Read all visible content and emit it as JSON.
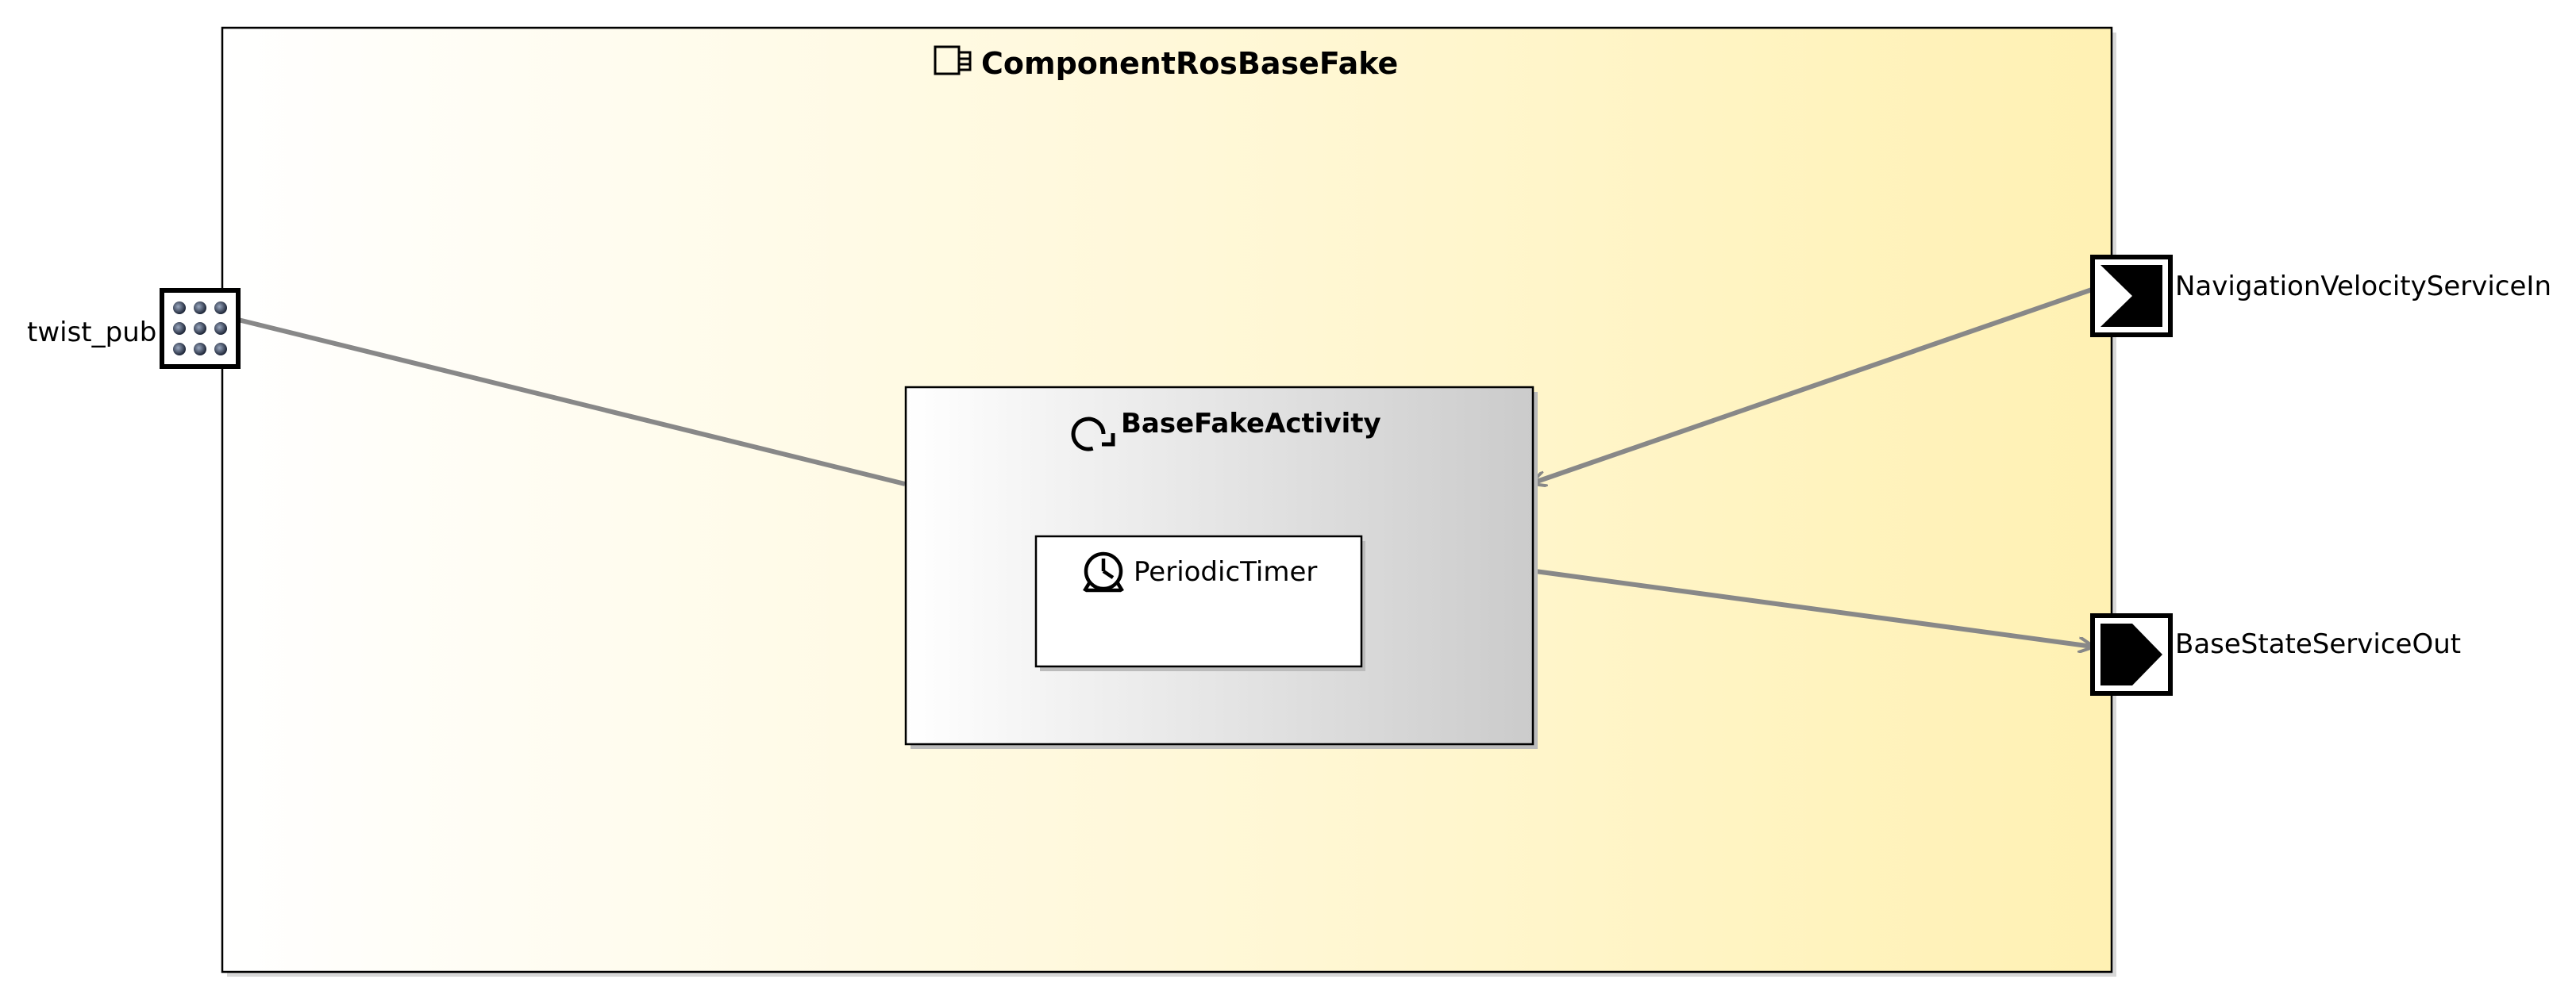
{
  "component": {
    "name": "ComponentRosBaseFake",
    "icon": "component-icon"
  },
  "activity": {
    "name": "BaseFakeActivity",
    "icon": "activity-cycle-icon"
  },
  "timer": {
    "name": "PeriodicTimer",
    "icon": "timer-icon"
  },
  "ports": {
    "twist_pub": {
      "label": "twist_pub",
      "icon": "publisher-port-icon"
    },
    "navigation_in": {
      "label": "NavigationVelocityServiceIn",
      "icon": "service-in-port-icon"
    },
    "base_state_out": {
      "label": "BaseStateServiceOut",
      "icon": "service-out-port-icon"
    }
  },
  "connections": [
    {
      "from": "twist_pub",
      "to": "BaseFakeActivity",
      "arrow": false
    },
    {
      "from": "NavigationVelocityServiceIn",
      "to": "BaseFakeActivity",
      "arrow": true
    },
    {
      "from": "BaseFakeActivity",
      "to": "BaseStateServiceOut",
      "arrow": true
    }
  ],
  "colors": {
    "component_gradient_start": "#ffffff",
    "component_gradient_end": "#fff1b3",
    "activity_gradient_start": "#ffffff",
    "activity_gradient_end": "#cccccc",
    "connector": "#888888"
  }
}
